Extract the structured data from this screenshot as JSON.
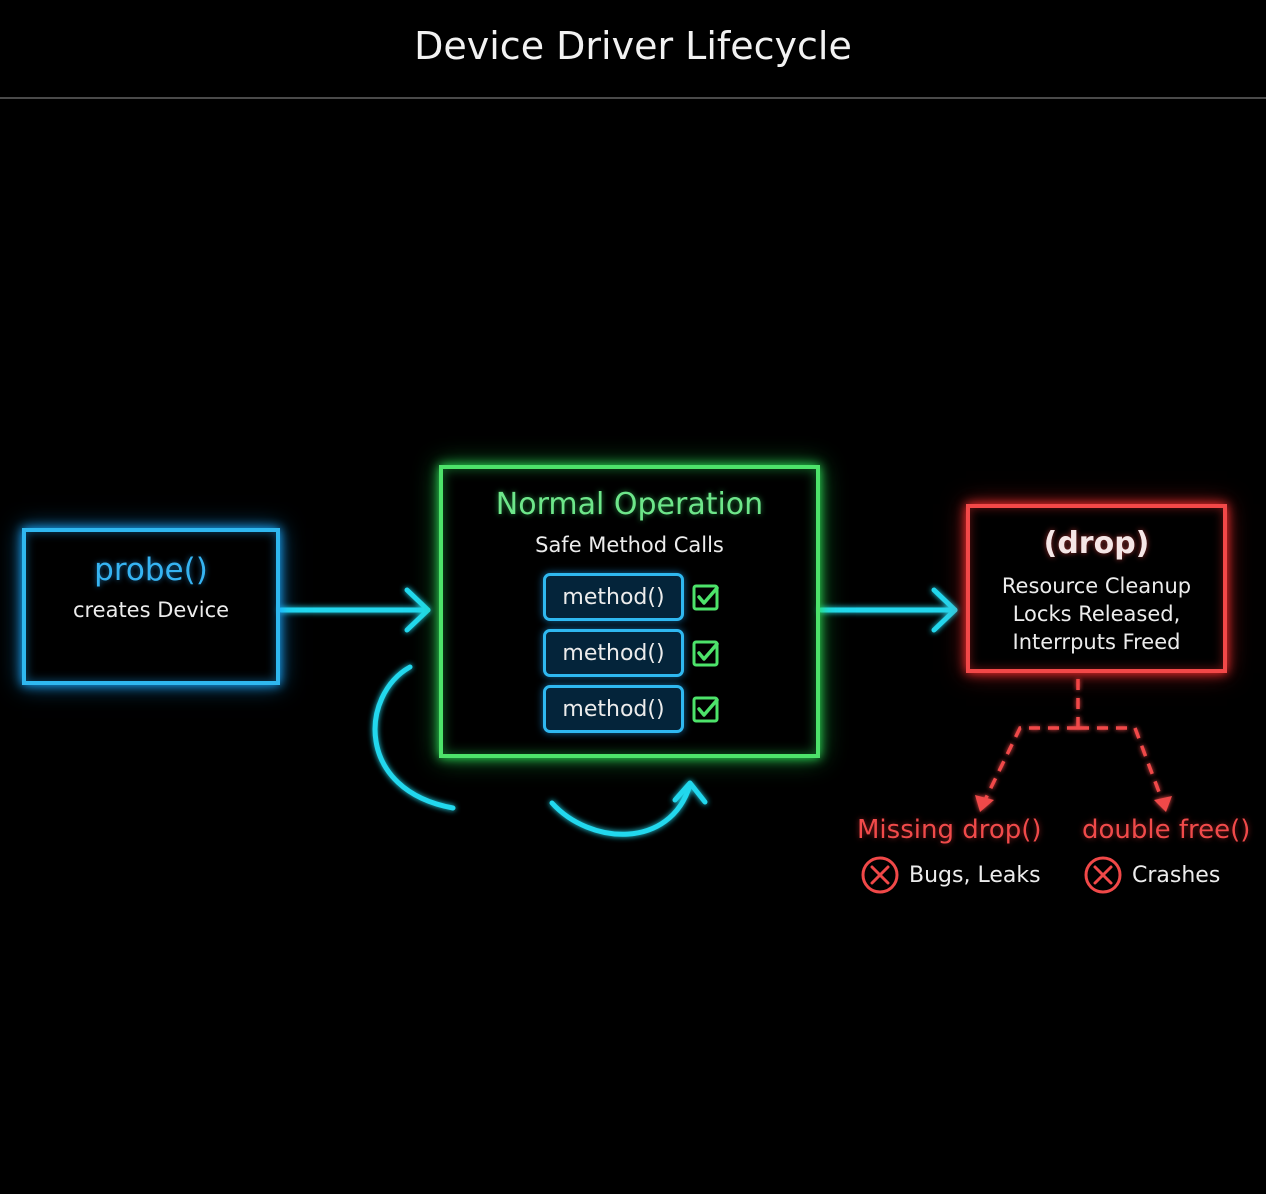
{
  "header": {
    "title": "Device Driver Lifecycle"
  },
  "colors": {
    "background": "#000000",
    "probe_accent": "#2fb8f0",
    "operation_accent": "#4de36a",
    "drop_accent": "#f24848",
    "arrow": "#22d8ee",
    "error_text": "#f04a4a"
  },
  "diagram": {
    "probe": {
      "title": "probe()",
      "subtitle": "creates Device"
    },
    "normal_operation": {
      "title": "Normal Operation",
      "subtitle": "Safe Method Calls",
      "methods": [
        {
          "label": "method()",
          "status": "check-icon"
        },
        {
          "label": "method()",
          "status": "check-icon"
        },
        {
          "label": "method()",
          "status": "check-icon"
        }
      ]
    },
    "drop": {
      "title": "(drop)",
      "lines": [
        "Resource Cleanup",
        "Locks Released,",
        "Interrputs Freed"
      ]
    },
    "failures": [
      {
        "label": "Missing drop()",
        "consequence": "Bugs, Leaks",
        "icon": "x-circle-icon"
      },
      {
        "label": "double free()",
        "consequence": "Crashes",
        "icon": "x-circle-icon"
      }
    ],
    "edges": [
      {
        "from": "probe",
        "to": "normal_operation",
        "style": "solid-arrow"
      },
      {
        "from": "normal_operation",
        "to": "drop",
        "style": "solid-arrow"
      },
      {
        "from": "normal_operation",
        "to": "normal_operation",
        "style": "loop-arrow"
      },
      {
        "from": "drop",
        "to": "failures.0",
        "style": "dashed-arrow"
      },
      {
        "from": "drop",
        "to": "failures.1",
        "style": "dashed-arrow"
      }
    ]
  }
}
